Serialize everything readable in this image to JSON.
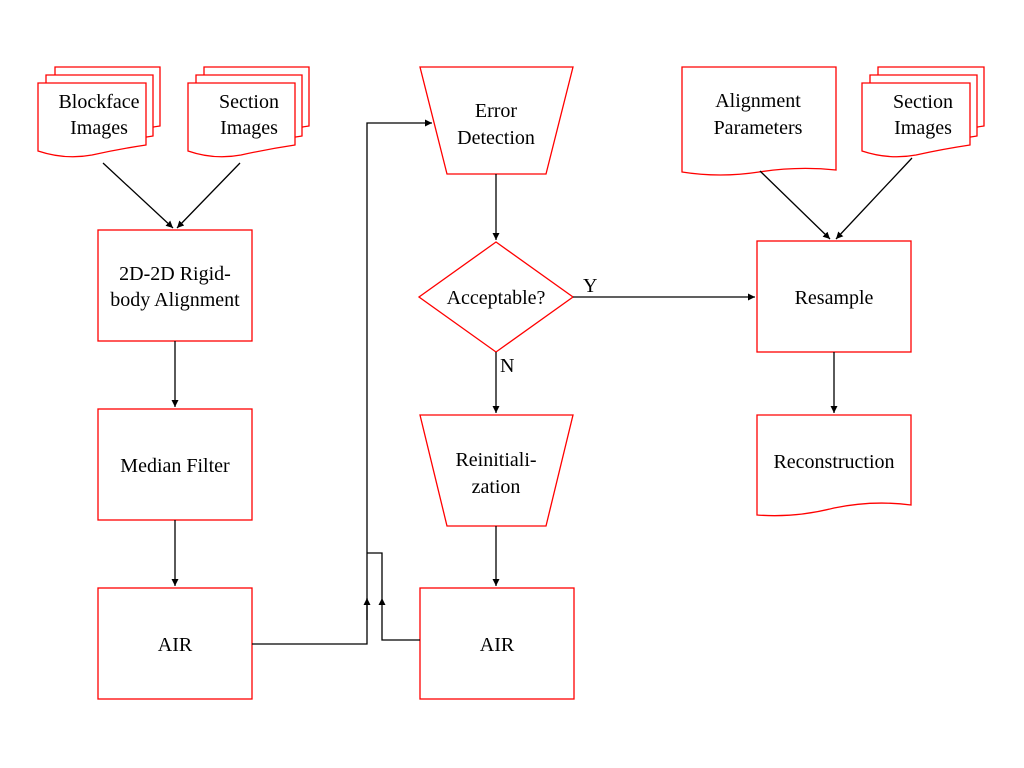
{
  "colors": {
    "shape_stroke": "#ff0000",
    "arrow": "#000000",
    "text": "#000000",
    "background": "#ffffff"
  },
  "nodes": {
    "blockface_images": {
      "lines": [
        "Blockface",
        "Images"
      ]
    },
    "section_images_left": {
      "lines": [
        "Section",
        "Images"
      ]
    },
    "rigid_alignment": {
      "lines": [
        "2D-2D Rigid-",
        "body Alignment"
      ]
    },
    "median_filter": {
      "lines": [
        "Median Filter"
      ]
    },
    "air_left": {
      "lines": [
        "AIR"
      ]
    },
    "error_detection": {
      "lines": [
        "Error",
        "Detection"
      ]
    },
    "acceptable": {
      "lines": [
        "Acceptable?"
      ]
    },
    "reinitialization": {
      "lines": [
        "Reinitiali-",
        "zation"
      ]
    },
    "air_right": {
      "lines": [
        "AIR"
      ]
    },
    "alignment_parameters": {
      "lines": [
        "Alignment",
        "Parameters"
      ]
    },
    "section_images_right": {
      "lines": [
        "Section",
        "Images"
      ]
    },
    "resample": {
      "lines": [
        "Resample"
      ]
    },
    "reconstruction": {
      "lines": [
        "Reconstruction"
      ]
    }
  },
  "edge_labels": {
    "yes": "Y",
    "no": "N"
  }
}
